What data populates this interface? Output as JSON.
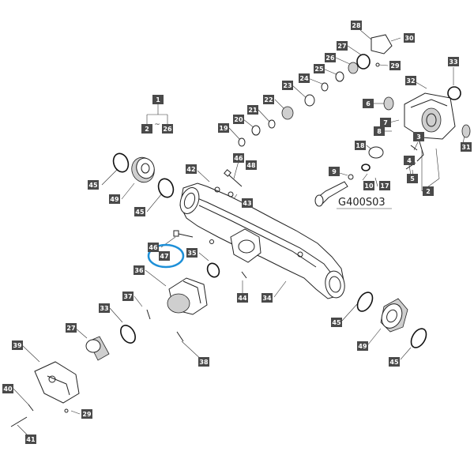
{
  "diagram": {
    "code": "G400S03",
    "tilde": "~",
    "highlight_color": "#1e90d8",
    "label_color": "#4a4a4a",
    "labels": {
      "l1": "1",
      "l2": "2",
      "l26": "26",
      "l28": "28",
      "l27a": "27",
      "l30": "30",
      "l26b": "26",
      "l29a": "29",
      "l25": "25",
      "l33a": "33",
      "l24": "24",
      "l32": "32",
      "l23": "23",
      "l22": "22",
      "l6": "6",
      "l21": "21",
      "l20": "20",
      "l7": "7",
      "l19": "19",
      "l8": "8",
      "l3": "3",
      "l31": "31",
      "l18": "18",
      "l45a": "45",
      "l46a": "46",
      "l48": "48",
      "l42": "42",
      "l4": "4",
      "l49a": "49",
      "l9": "9",
      "l5": "5",
      "l45b": "45",
      "l10": "10",
      "l17": "17",
      "l2b": "2",
      "l43": "43",
      "l46b": "46",
      "l47": "47",
      "l35": "35",
      "l36": "36",
      "l37": "37",
      "l44": "44",
      "l34": "34",
      "l33b": "33",
      "l45c": "45",
      "l27b": "27",
      "l38": "38",
      "l49b": "49",
      "l39": "39",
      "l45d": "45",
      "l40": "40",
      "l29b": "29",
      "l41": "41"
    }
  }
}
